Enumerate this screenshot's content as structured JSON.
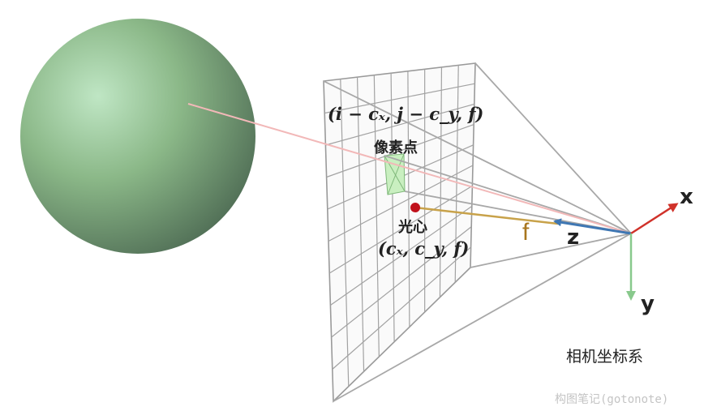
{
  "labels": {
    "pixel_coord": "(i − cₓ, j − c_y, f)",
    "pixel_point": "像素点",
    "optical_center": "光心",
    "center_coord": "(cₓ, c_y, f)",
    "focal_length": "f",
    "z_axis": "z",
    "x_axis": "x",
    "y_axis": "y",
    "camera_frame": "相机坐标系"
  },
  "watermark": "构图笔记(gotonote)",
  "colors": {
    "sphere_light": "#bfe6c4",
    "sphere_mid": "#8bb888",
    "sphere_dark": "#4d6a53",
    "ray": "#f2b8b8",
    "grid": "#9a9a9a",
    "frustum": "#a8a8a8",
    "pixel_fill": "#c9efc0",
    "optical_dot": "#c0111b",
    "focal_line": "#c8a24a",
    "focal_text": "#a8761e",
    "z_arrow": "#3f77b3",
    "x_arrow": "#d0322a",
    "y_arrow": "#88c98c"
  }
}
